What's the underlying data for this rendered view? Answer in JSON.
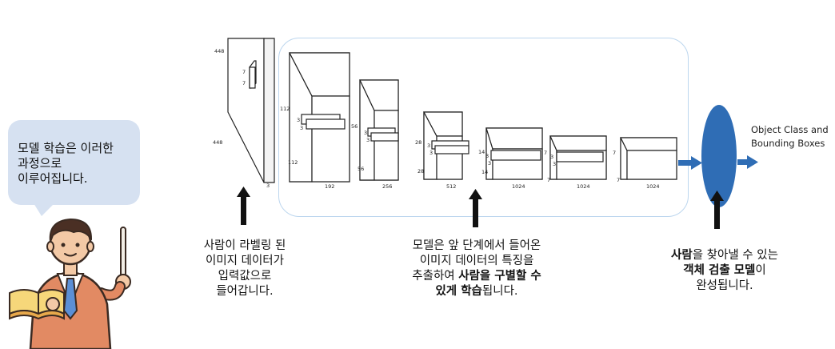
{
  "speech_bubble": {
    "text": "모델 학습은 이러한\n과정으로\n이루어집니다."
  },
  "input_layer": {
    "label_top": "448",
    "label_side": "448",
    "label_depth": "3",
    "kernel_label_a": "7",
    "kernel_label_b": "7"
  },
  "conv_blocks": [
    {
      "side_label": "112",
      "side_label2": "112",
      "kernel": "3",
      "kernel2": "3",
      "depth": "192"
    },
    {
      "side_label": "56",
      "side_label2": "56",
      "kernel": "3",
      "kernel2": "3",
      "depth": "256"
    },
    {
      "side_label": "28",
      "side_label2": "28",
      "kernel": "3",
      "kernel2": "3",
      "depth": "512"
    },
    {
      "side_label": "14",
      "side_label2": "14",
      "kernel": "3",
      "kernel2": "3",
      "depth": "1024"
    },
    {
      "side_label": "7",
      "side_label2": "7",
      "kernel": "3",
      "kernel2": "3",
      "depth": "1024"
    },
    {
      "side_label": "7",
      "side_label2": "7",
      "depth": "1024"
    }
  ],
  "output_label": "Object Class and\nBounding Boxes",
  "captions": {
    "input": "사람이 라벨링 된\n이미지 데이터가\n입력값으로\n들어갑니다.",
    "middle": {
      "line1": "모델은 앞 단계에서 들어온",
      "line2": "이미지 데이터의 특징을",
      "line3_pre": "추출하여 ",
      "line3_bold": "사람을 구별할 수",
      "line4_bold": "있게 학습",
      "line4_post": "됩니다."
    },
    "output": {
      "line1_bold": "사람",
      "line1_post": "을 찾아낼 수 있는",
      "line2_bold": "객체 검출 모델",
      "line2_post": "이",
      "line3": "완성됩니다."
    }
  },
  "colors": {
    "bubble": "#d6e1f1",
    "ellipse": "#2f6db5",
    "arrow_blue": "#2f6db5",
    "frame": "#bcd6ee"
  }
}
